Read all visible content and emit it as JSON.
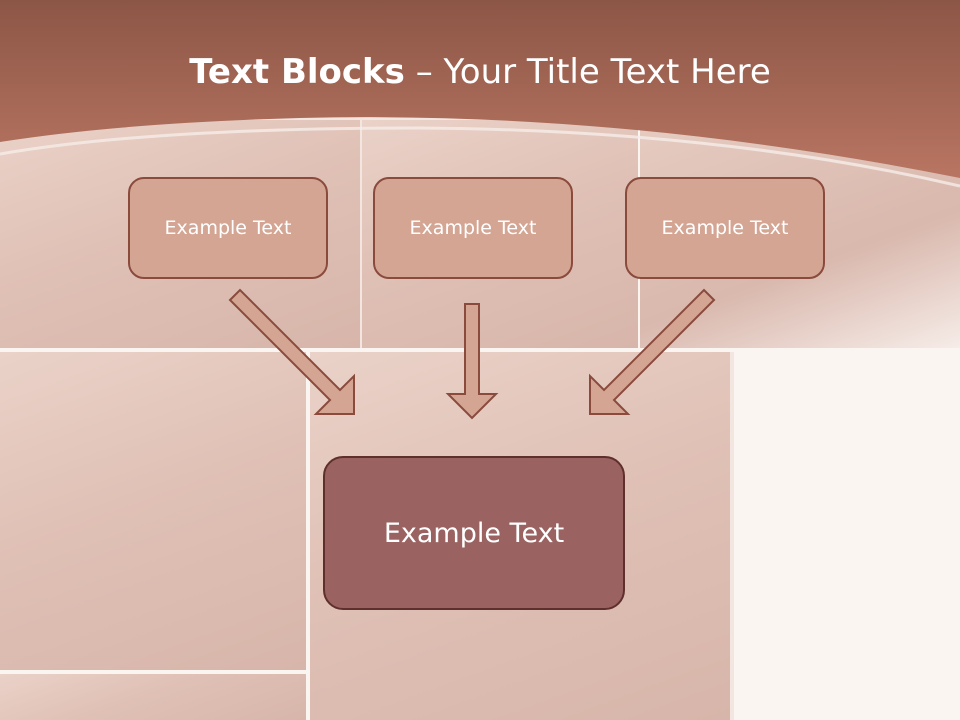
{
  "title": {
    "bold": "Text Blocks",
    "separator": " – ",
    "rest": "Your Title Text Here"
  },
  "boxes": {
    "top_left": "Example Text",
    "top_center": "Example Text",
    "top_right": "Example Text",
    "bottom": "Example Text"
  },
  "colors": {
    "title_band": "#b06e5c",
    "small_box_fill": "#d4a593",
    "small_box_border": "#8a4a3c",
    "big_box_fill": "#9a6260",
    "big_box_border": "#5f2f2d",
    "arrow_fill": "#d4a593",
    "arrow_stroke": "#8a4a3c"
  }
}
